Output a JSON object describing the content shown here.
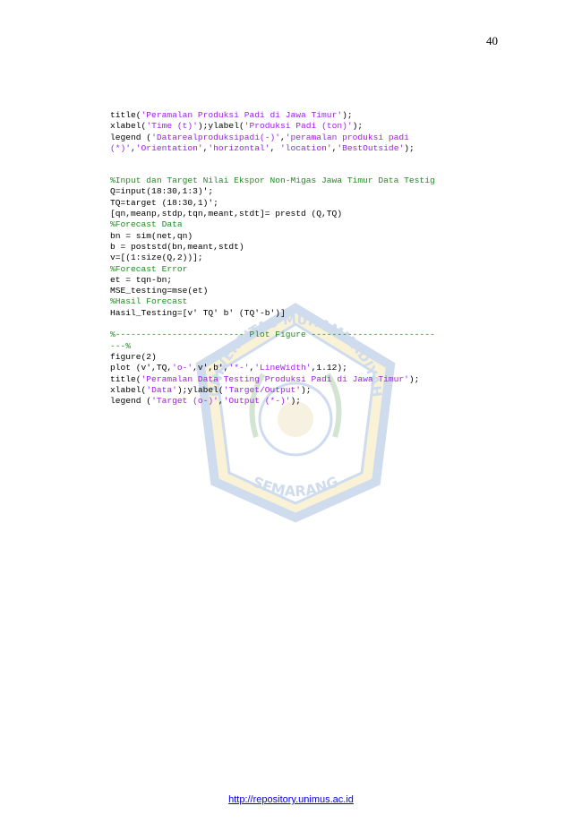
{
  "page": {
    "number": "40"
  },
  "watermark": {
    "top_text": "UNIVERSITAS MUHAMMADIYAH",
    "bottom_text": "SEMARANG"
  },
  "code_lines": [
    [
      {
        "t": "k",
        "v": "title("
      },
      {
        "t": "s",
        "v": "'Peramalan Produksi Padi di Jawa Timur'"
      },
      {
        "t": "k",
        "v": ");"
      }
    ],
    [
      {
        "t": "k",
        "v": "xlabel("
      },
      {
        "t": "s",
        "v": "'Time (t)'"
      },
      {
        "t": "k",
        "v": ");ylabel("
      },
      {
        "t": "s",
        "v": "'Produksi Padi (ton)'"
      },
      {
        "t": "k",
        "v": ");"
      }
    ],
    [
      {
        "t": "k",
        "v": "legend ("
      },
      {
        "t": "s",
        "v": "'Datarealproduksipadi(-)'"
      },
      {
        "t": "k",
        "v": ","
      },
      {
        "t": "s",
        "v": "'peramalan produksi padi"
      }
    ],
    [
      {
        "t": "s",
        "v": "(*)'"
      },
      {
        "t": "k",
        "v": ","
      },
      {
        "t": "s",
        "v": "'Orientation'"
      },
      {
        "t": "k",
        "v": ","
      },
      {
        "t": "s",
        "v": "'horizontal'"
      },
      {
        "t": "k",
        "v": ", "
      },
      {
        "t": "s",
        "v": "'location'"
      },
      {
        "t": "k",
        "v": ","
      },
      {
        "t": "s",
        "v": "'BestOutside'"
      },
      {
        "t": "k",
        "v": ");"
      }
    ],
    "GAP",
    [
      {
        "t": "c",
        "v": "%Input dan Target Nilai Ekspor Non-Migas Jawa Timur Data Testig"
      }
    ],
    [
      {
        "t": "k",
        "v": "Q=input(18:30,1:3)';"
      }
    ],
    [
      {
        "t": "k",
        "v": "TQ=target (18:30,1)';"
      }
    ],
    [
      {
        "t": "k",
        "v": "[qn,meanp,stdp,tqn,meant,stdt]= prestd (Q,TQ)"
      }
    ],
    [
      {
        "t": "c",
        "v": "%Forecast Data"
      }
    ],
    [
      {
        "t": "k",
        "v": "bn = sim(net,qn)"
      }
    ],
    [
      {
        "t": "k",
        "v": "b = poststd(bn,meant,stdt)"
      }
    ],
    [
      {
        "t": "k",
        "v": "v=[(1:size(Q,2))];"
      }
    ],
    [
      {
        "t": "c",
        "v": "%Forecast Error"
      }
    ],
    [
      {
        "t": "k",
        "v": "et = tqn-bn;"
      }
    ],
    [
      {
        "t": "k",
        "v": "MSE_testing=mse(et)"
      }
    ],
    [
      {
        "t": "c",
        "v": "%Hasil Forecast"
      }
    ],
    [
      {
        "t": "k",
        "v": "Hasil_Testing=[v' TQ' b' (TQ'-b')]"
      }
    ],
    "BLANK",
    [
      {
        "t": "c",
        "v": "%------------------------- Plot Figure ------------------------"
      }
    ],
    [
      {
        "t": "c",
        "v": "---%"
      }
    ],
    [
      {
        "t": "k",
        "v": "figure(2)"
      }
    ],
    [
      {
        "t": "k",
        "v": "plot (v',TQ,"
      },
      {
        "t": "s",
        "v": "'o-'"
      },
      {
        "t": "k",
        "v": ",v',b',"
      },
      {
        "t": "s",
        "v": "'*-'"
      },
      {
        "t": "k",
        "v": ","
      },
      {
        "t": "s",
        "v": "'LineWidth'"
      },
      {
        "t": "k",
        "v": ",1.12);"
      }
    ],
    [
      {
        "t": "k",
        "v": "title("
      },
      {
        "t": "s",
        "v": "'Peramalan Data Testing Produksi Padi di Jawa Timur'"
      },
      {
        "t": "k",
        "v": ");"
      }
    ],
    [
      {
        "t": "k",
        "v": "xlabel("
      },
      {
        "t": "s",
        "v": "'Data'"
      },
      {
        "t": "k",
        "v": ");ylabel("
      },
      {
        "t": "s",
        "v": "'Target/Output'"
      },
      {
        "t": "k",
        "v": ");"
      }
    ],
    [
      {
        "t": "k",
        "v": "legend ("
      },
      {
        "t": "s",
        "v": "'Target (o-)'"
      },
      {
        "t": "k",
        "v": ","
      },
      {
        "t": "s",
        "v": "'Output (*-)'"
      },
      {
        "t": "k",
        "v": ");"
      }
    ]
  ],
  "footer": {
    "link_text": "http://repository.unimus.ac.id"
  },
  "colors": {
    "string": "#a020f0",
    "comment": "#228b22",
    "link": "#0000ee"
  }
}
